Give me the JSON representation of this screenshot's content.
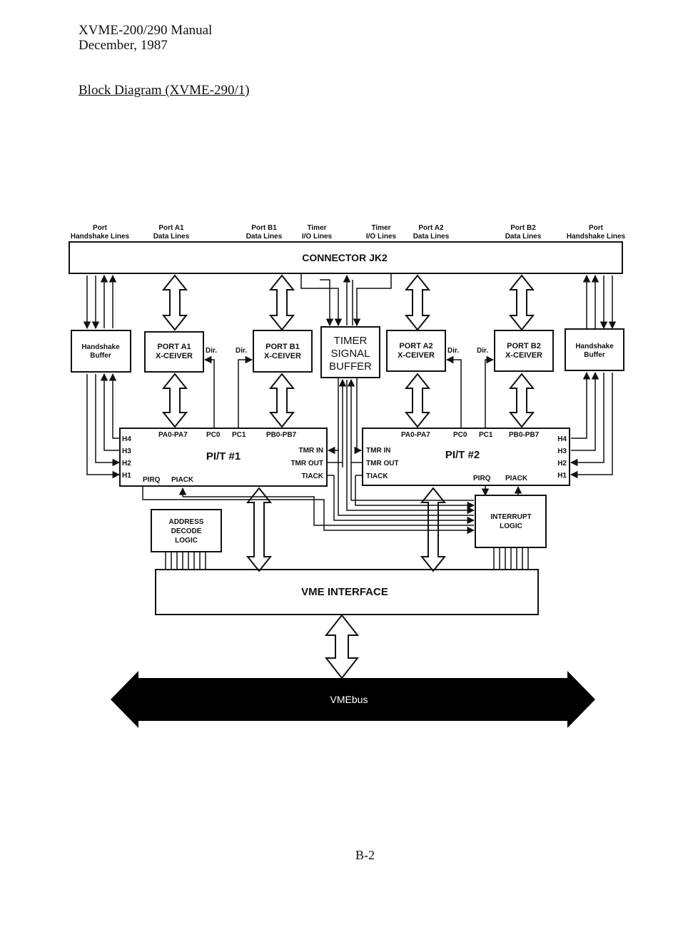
{
  "header": {
    "line1": "XVME-200/290 Manual",
    "line2": "December, 1987"
  },
  "title": "Block Diagram (XVME-290/1)",
  "page_number": "B-2",
  "top_labels": {
    "port_hs_left": [
      "Port",
      "Handshake Lines"
    ],
    "port_a1": [
      "Port A1",
      "Data Lines"
    ],
    "port_b1": [
      "Port B1",
      "Data Lines"
    ],
    "timer_io_1": [
      "Timer",
      "I/O Lines"
    ],
    "timer_io_2": [
      "Timer",
      "I/O Lines"
    ],
    "port_a2": [
      "Port A2",
      "Data Lines"
    ],
    "port_b2": [
      "Port B2",
      "Data Lines"
    ],
    "port_hs_right": [
      "Port",
      "Handshake Lines"
    ]
  },
  "blocks": {
    "connector": "CONNECTOR JK2",
    "hs_buffer_left": [
      "Handshake",
      "Buffer"
    ],
    "port_a1": [
      "PORT A1",
      "X-CEIVER"
    ],
    "port_b1": [
      "PORT B1",
      "X-CEIVER"
    ],
    "timer_buffer": [
      "TIMER",
      "SIGNAL",
      "BUFFER"
    ],
    "port_a2": [
      "PORT A2",
      "X-CEIVER"
    ],
    "port_b2": [
      "PORT B2",
      "X-CEIVER"
    ],
    "hs_buffer_right": [
      "Handshake",
      "Buffer"
    ],
    "pit1": "PI/T #1",
    "pit2": "PI/T #2",
    "address_decode": [
      "ADDRESS",
      "DECODE",
      "LOGIC"
    ],
    "interrupt_logic": [
      "INTERRUPT",
      "LOGIC"
    ],
    "vme_interface": "VME INTERFACE",
    "vmebus": "VMEbus"
  },
  "pins": {
    "dir": "Dir.",
    "pa": "PA0-PA7",
    "pc0": "PC0",
    "pc1": "PC1",
    "pb": "PB0-PB7",
    "h4": "H4",
    "h3": "H3",
    "h2": "H2",
    "h1": "H1",
    "pirq": "PIRQ",
    "piack": "PIACK",
    "tmr_in": "TMR IN",
    "tmr_out": "TMR OUT",
    "tiack": "TIACK"
  }
}
